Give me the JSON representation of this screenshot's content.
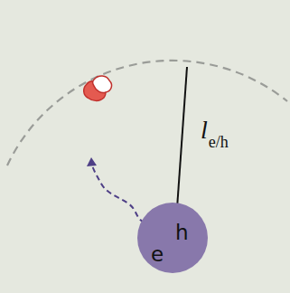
{
  "diagram": {
    "nodes": [
      {
        "text": [
          "e",
          "h"
        ]
      }
    ],
    "labels": [
      "l",
      "e/h"
    ]
  }
}
